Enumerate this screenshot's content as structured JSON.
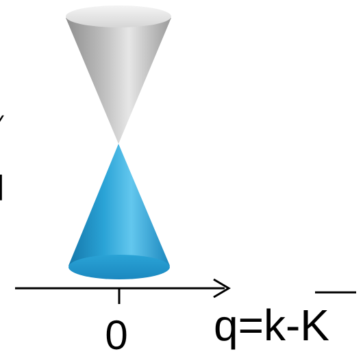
{
  "diagram": {
    "axis": {
      "origin_label": "0",
      "variable_label": "q=k-K"
    },
    "left_edge_glyphs": [
      "∕",
      "|"
    ],
    "cones": {
      "upper": {
        "name": "conduction-band-cone",
        "color": "#b8b8b8",
        "highlight": "#ececec",
        "shadow": "#8e8e8e"
      },
      "lower": {
        "name": "valence-band-cone",
        "color": "#2aa3d6",
        "highlight": "#5cc4ec",
        "shadow": "#1676a8"
      }
    }
  }
}
